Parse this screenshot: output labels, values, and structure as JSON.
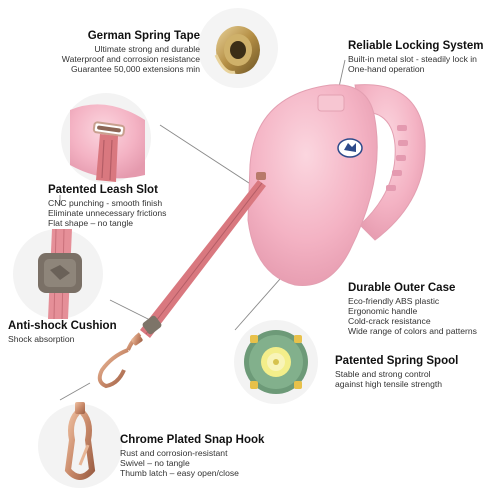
{
  "colors": {
    "pink": "#f4b3c4",
    "pink_dark": "#d98aa0",
    "rose_gold": "#c98a6a",
    "strap": "#d9787f",
    "line": "#888888"
  },
  "callouts": {
    "spring_tape": {
      "title": "German Spring Tape",
      "lines": [
        "Ultimate strong and durable",
        "Waterproof and corrosion resistance",
        "Guarantee 50,000 extensions min"
      ]
    },
    "locking": {
      "title": "Reliable Locking System",
      "lines": [
        "Built-in metal slot - steadily lock in",
        "One-hand operation"
      ]
    },
    "leash_slot": {
      "title": "Patented Leash Slot",
      "lines": [
        "CNC punching - smooth finish",
        "Eliminate unnecessary frictions",
        "Flat shape – no tangle"
      ]
    },
    "outer_case": {
      "title": "Durable Outer Case",
      "lines": [
        "Eco-friendly ABS plastic",
        "Ergonomic handle",
        "Cold-crack resistance",
        "Wide range of colors and patterns"
      ]
    },
    "cushion": {
      "title": "Anti-shock Cushion",
      "lines": [
        "Shock absorption"
      ]
    },
    "spool": {
      "title": "Patented Spring Spool",
      "lines": [
        "Stable and strong control",
        "against high tensile strength"
      ]
    },
    "snap_hook": {
      "title": "Chrome Plated Snap Hook",
      "lines": [
        "Rust and corrosion-resistant",
        "Swivel – no tangle",
        "Thumb latch – easy open/close"
      ]
    }
  }
}
